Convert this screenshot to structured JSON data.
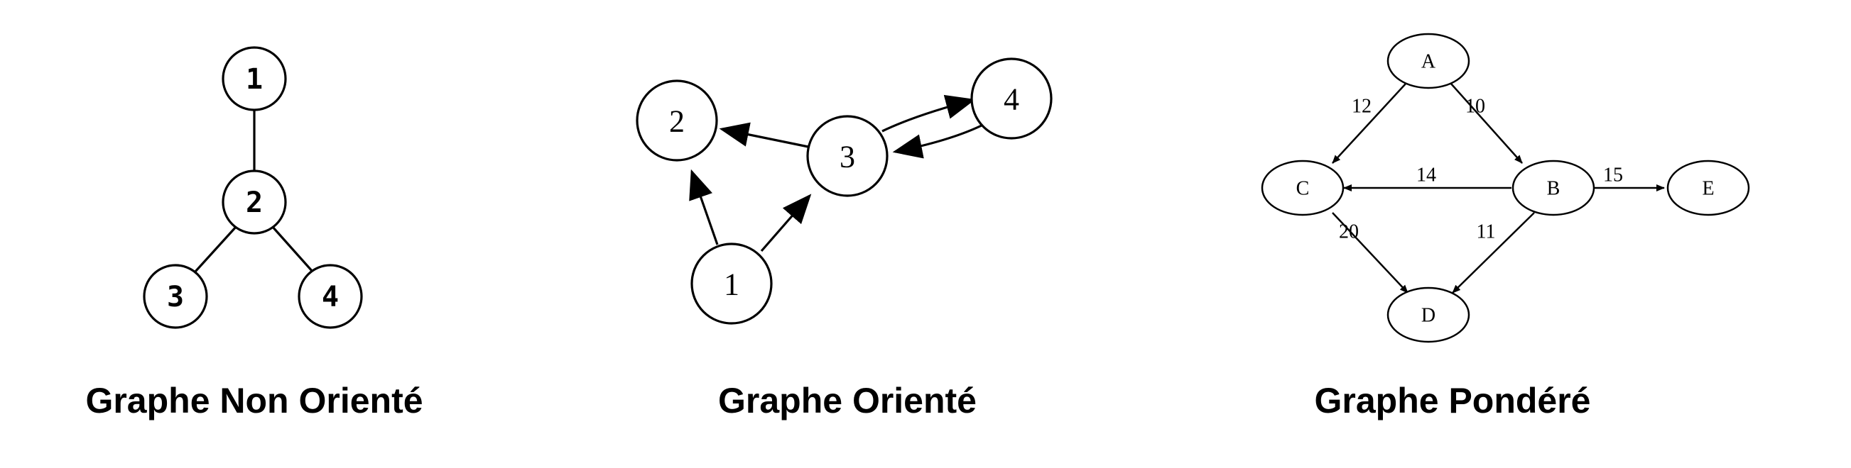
{
  "graphs": {
    "undirected": {
      "title": "Graphe Non Orienté",
      "nodes": [
        "1",
        "2",
        "3",
        "4"
      ]
    },
    "directed": {
      "title": "Graphe Orienté",
      "nodes": [
        "1",
        "2",
        "3",
        "4"
      ]
    },
    "weighted": {
      "title": "Graphe Pondéré",
      "nodes": [
        "A",
        "B",
        "C",
        "D",
        "E"
      ],
      "weights": {
        "a_c": "12",
        "a_b": "10",
        "b_c": "14",
        "b_e": "15",
        "c_d": "20",
        "b_d": "11"
      }
    }
  }
}
